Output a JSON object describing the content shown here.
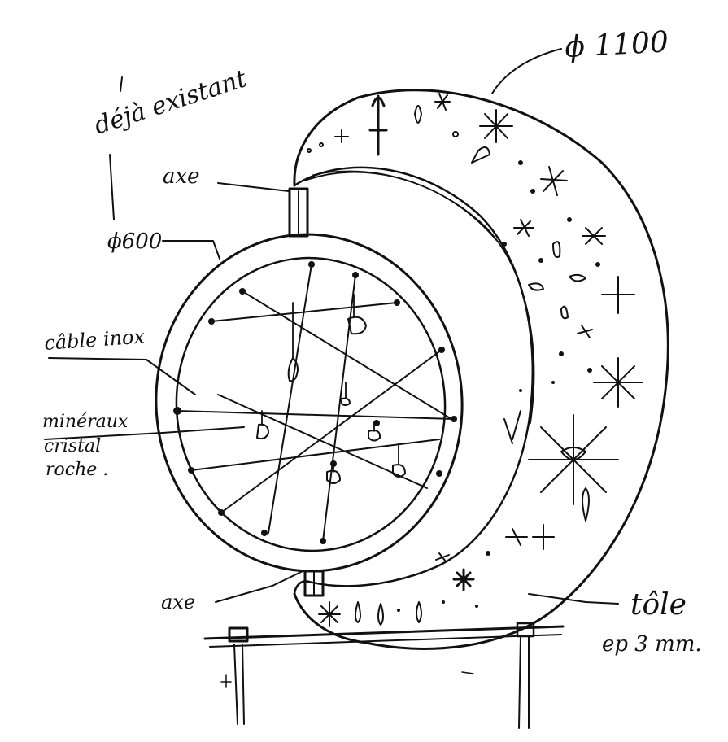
{
  "labels": {
    "diameter_outer": "ϕ 1100",
    "existing": "déjà existant",
    "axis_top": "axe",
    "diameter_inner": "ϕ600",
    "cable": "câble inox",
    "minerals": "minéraux",
    "crystal": "cristal",
    "rock": "roche .",
    "axis_bottom": "axe",
    "sheet": "tôle",
    "thickness": "ep 3 mm."
  }
}
